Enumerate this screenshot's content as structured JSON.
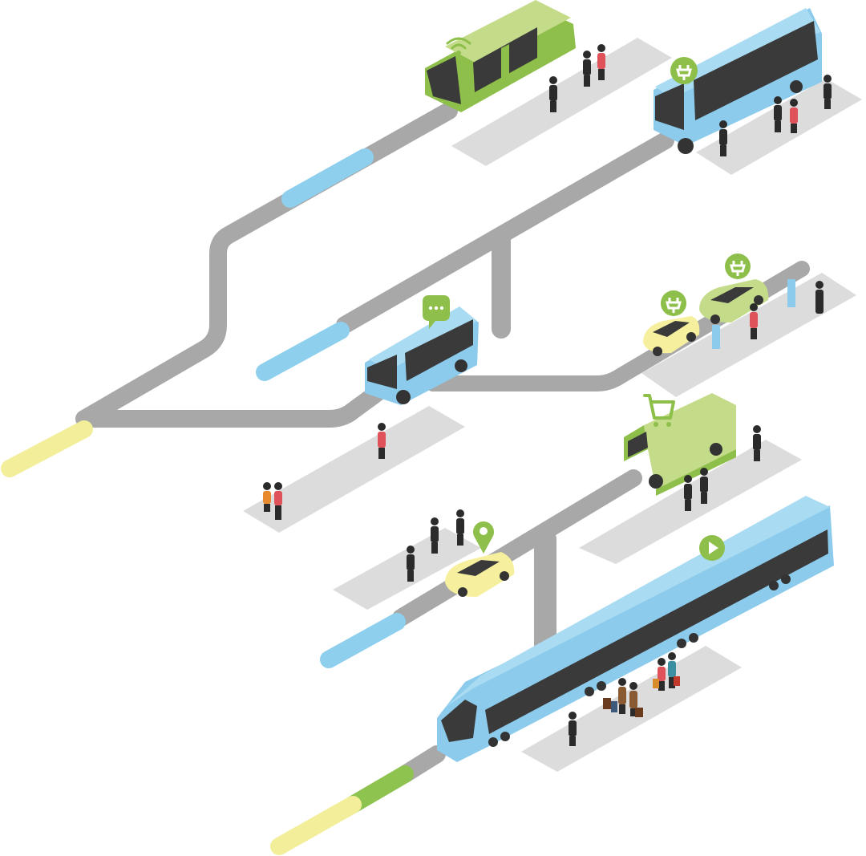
{
  "palette": {
    "background": "#ffffff",
    "road": "#a8a8a8",
    "road_blue": "#8ecfee",
    "road_yellow": "#f2ee9a",
    "road_green": "#8ec34f",
    "platform": "#dcdcdc",
    "blue_body": "#a9dcf3",
    "blue_side": "#8ccbec",
    "green_body": "#c4dc8a",
    "green_side": "#8dbf4a",
    "yellow_car": "#f6f09e",
    "window": "#3a3a3a",
    "icon_green": "#8dbf4a"
  },
  "vehicles": [
    {
      "kind": "autonomous-shuttle",
      "color": "green",
      "icon": "wifi-icon"
    },
    {
      "kind": "electric-bus",
      "color": "blue",
      "icon": "plug-icon"
    },
    {
      "kind": "bus",
      "color": "blue",
      "icon": "chat-icon"
    },
    {
      "kind": "electric-car",
      "color": "yellow",
      "icon": "plug-icon"
    },
    {
      "kind": "electric-car",
      "color": "green",
      "icon": "plug-icon"
    },
    {
      "kind": "delivery-van",
      "color": "green",
      "icon": "cart-icon"
    },
    {
      "kind": "taxi",
      "color": "yellow",
      "icon": "location-pin-icon"
    },
    {
      "kind": "train",
      "color": "blue",
      "icon": "play-icon"
    }
  ]
}
